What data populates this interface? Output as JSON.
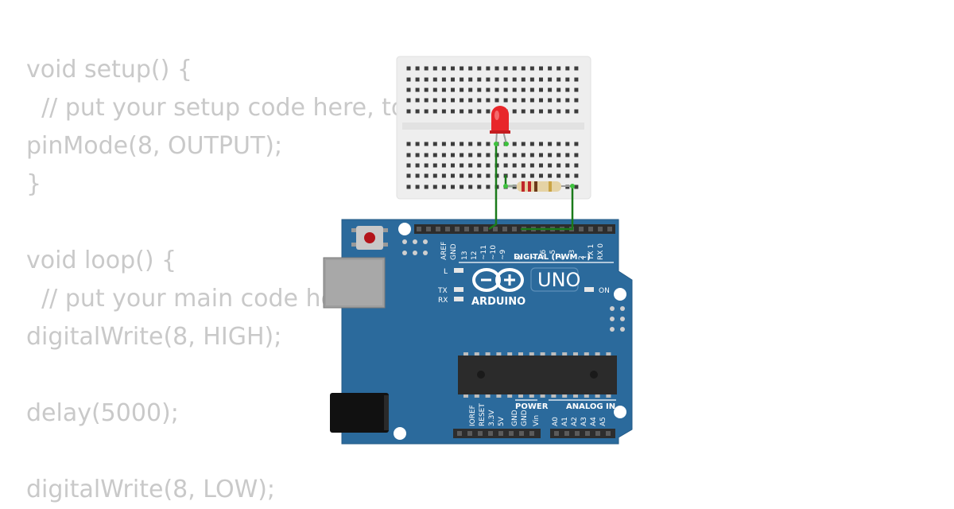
{
  "code": {
    "lines": [
      "void setup() {",
      "  // put your setup code here, to run once:",
      "pinMode(8, OUTPUT);",
      "}",
      "",
      "void loop() {",
      "  // put your main code here, to run repeatedly:",
      "digitalWrite(8, HIGH);",
      "",
      "delay(5000);",
      "",
      "digitalWrite(8, LOW);"
    ]
  },
  "board": {
    "brand": "ARDUINO",
    "model": "UNO",
    "digital_header_label": "DIGITAL (PWM ~)",
    "power_label": "POWER",
    "analog_label": "ANALOG IN",
    "on_label": "ON",
    "led_l": "L",
    "led_tx": "TX",
    "led_rx": "RX",
    "digital_pins": [
      "AREF",
      "GND",
      "13",
      "12",
      "~11",
      "~10",
      "~9",
      "8",
      "7",
      "~6",
      "~5",
      "4",
      "~3",
      "2",
      "TX 1",
      "RX 0"
    ],
    "power_pins": [
      "IOREF",
      "RESET",
      "3.3V",
      "5V",
      "GND",
      "GND",
      "Vin"
    ],
    "analog_pins": [
      "A0",
      "A1",
      "A2",
      "A3",
      "A4",
      "A5"
    ]
  },
  "colors": {
    "board": "#2b6a9c",
    "wire": "#1a7a1a",
    "led": "#e8262a",
    "breadboard": "#eeeeee",
    "code_text": "#c9c9c9"
  },
  "components": [
    "breadboard",
    "red-led",
    "resistor",
    "arduino-uno",
    "usb-connector",
    "power-jack",
    "atmega-chip",
    "reset-button"
  ]
}
